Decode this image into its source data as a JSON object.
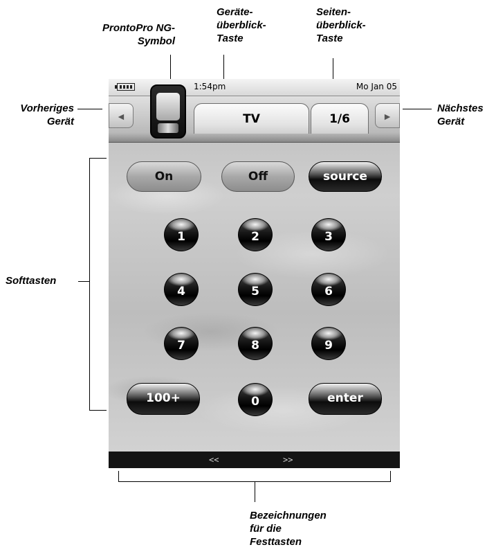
{
  "callouts": {
    "pronto_symbol": "ProntoPro NG-\nSymbol",
    "device_overview": "Geräte-\nüberblick-\nTaste",
    "page_overview": "Seiten-\nüberblick-\nTaste",
    "previous_device": "Vorheriges\nGerät",
    "next_device": "Nächstes\nGerät",
    "softkeys": "Softtasten",
    "hardkey_labels": "Bezeichnungen\nfür die\nFesttasten"
  },
  "status": {
    "time": "1:54pm",
    "date": "Mo Jan 05",
    "battery_icon": "battery-icon"
  },
  "topbar": {
    "device_tab": "TV",
    "page_tab": "1/6",
    "prev_icon": "◄",
    "next_icon": "►"
  },
  "buttons": {
    "on": "On",
    "off": "Off",
    "source": "source",
    "digits": [
      "1",
      "2",
      "3",
      "4",
      "5",
      "6",
      "7",
      "8",
      "9"
    ],
    "hundred": "100+",
    "zero": "0",
    "enter": "enter"
  },
  "bottombar": {
    "left": "<<",
    "right": ">>"
  }
}
